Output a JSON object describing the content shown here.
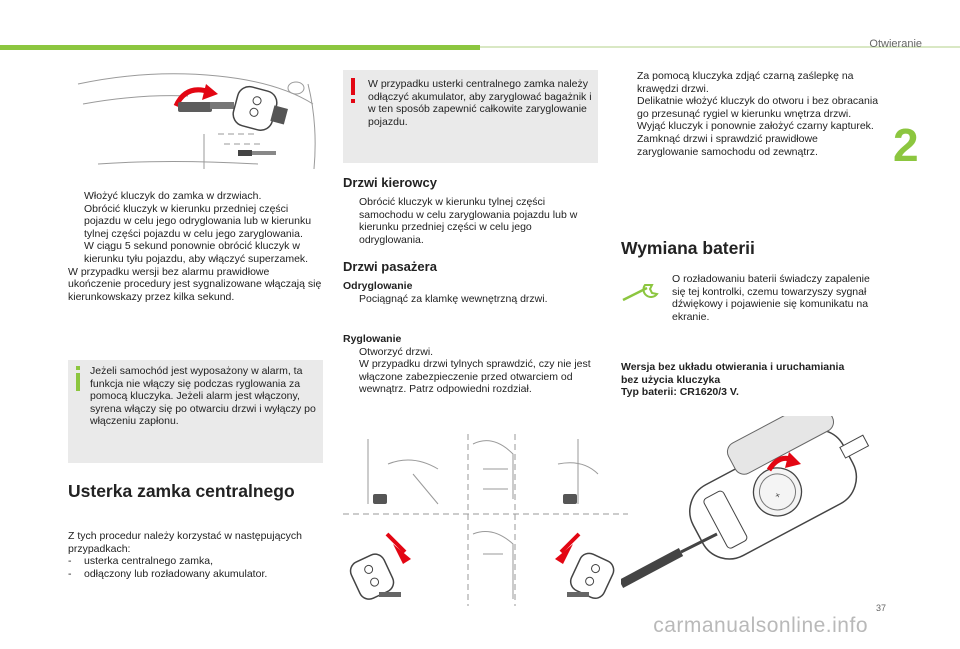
{
  "header": {
    "section": "Otwieranie",
    "chapter": "2"
  },
  "page_number": "37",
  "watermark": "carmanualsonline.info",
  "col1": {
    "steps": [
      "Włożyć kluczyk do zamka w drzwiach.",
      "Obrócić kluczyk w kierunku przedniej części pojazdu w celu jego odryglowania lub w kierunku tylnej części pojazdu w celu jego zaryglowania.",
      "W ciągu 5 sekund ponownie obrócić kluczyk w kierunku tyłu pojazdu, aby włączyć superzamek."
    ],
    "para": "W przypadku wersji bez alarmu prawidłowe ukończenie procedury jest sygnalizowane włączają się kierunkowskazy przez kilka sekund.",
    "info_box": "Jeżeli samochód jest wyposażony w alarm, ta funkcja nie włączy się podczas ryglowania za pomocą kluczyka. Jeżeli alarm jest włączony, syrena włączy się po otwarciu drzwi i wyłączy po włączeniu zapłonu.",
    "heading": "Usterka zamka centralnego",
    "para2": "Z tych procedur należy korzystać w następujących przypadkach:",
    "dashes": [
      "usterka centralnego zamka,",
      "odłączony lub rozładowany akumulator."
    ]
  },
  "col2": {
    "warn_box": "W przypadku usterki centralnego zamka należy odłączyć akumulator, aby zaryglować bagażnik i w ten sposób zapewnić całkowite zaryglowanie pojazdu.",
    "heading_driver": "Drzwi kierowcy",
    "driver_step": "Obrócić kluczyk w kierunku tylnej części samochodu w celu zaryglowania pojazdu lub w kierunku przedniej części w celu jego odryglowania.",
    "heading_passenger": "Drzwi pasażera",
    "unlock_label": "Odryglowanie",
    "unlock_step": "Pociągnąć za klamkę wewnętrzną drzwi.",
    "lock_label": "Ryglowanie",
    "lock_steps": [
      "Otworzyć drzwi.",
      "W przypadku drzwi tylnych sprawdzić, czy nie jest włączone zabezpieczenie przed otwarciem od wewnątrz. Patrz odpowiedni rozdział."
    ]
  },
  "col3": {
    "steps": [
      "Za pomocą kluczyka zdjąć czarną zaślepkę na krawędzi drzwi.",
      "Delikatnie włożyć kluczyk do otworu i bez obracania go przesunąć rygiel w kierunku wnętrza drzwi.",
      "Wyjąć kluczyk i ponownie założyć czarny kapturek.",
      "Zamknąć drzwi i sprawdzić prawidłowe zaryglowanie samochodu od zewnątrz."
    ],
    "heading": "Wymiana baterii",
    "battery_text": "O rozładowaniu baterii świadczy zapalenie się tej kontrolki, czemu towarzyszy sygnał dźwiękowy i pojawienie się komunikatu na ekranie.",
    "version_label": "Wersja bez układu otwierania i uruchamiania bez użycia kluczyka",
    "battery_type": "Typ baterii: CR1620/3 V."
  },
  "bullet_symbol": "",
  "dash_symbol": "-",
  "colors": {
    "accent": "#8cc63f",
    "warning": "#e30613",
    "info": "#8cc63f",
    "box": "#eaeaea"
  }
}
